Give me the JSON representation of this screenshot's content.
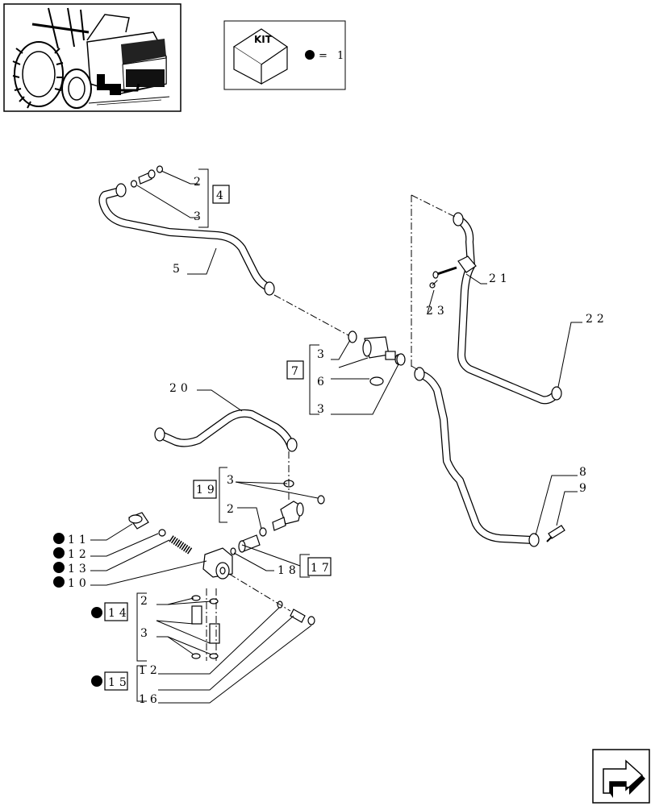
{
  "kit_legend": {
    "kit_label": "KIT",
    "equals_text": "= 1"
  },
  "labels": {
    "l2_top": "2",
    "l4_box": "4",
    "l3_top": "3",
    "l5": "5",
    "l21": "21",
    "l23": "23",
    "l22": "22",
    "l3_mid_a": "3",
    "l7_box": "7",
    "l6": "6",
    "l3_mid_b": "3",
    "l20": "20",
    "l3_19": "3",
    "l19_box": "19",
    "l2_19": "2",
    "l8": "8",
    "l9": "9",
    "l11": "11",
    "l12": "12",
    "l13": "13",
    "l10": "10",
    "l18": "18",
    "l17_box": "17",
    "l2_14": "2",
    "l14_box": "14",
    "l3_14": "3",
    "l12_15": "12",
    "l15_box": "15",
    "l16": "16"
  },
  "colors": {
    "ink": "#000000",
    "paper": "#ffffff"
  },
  "icons": [
    "tractor-thumbnail",
    "kit-box-icon",
    "kit-bullet-icon",
    "next-page-arrow-icon"
  ]
}
